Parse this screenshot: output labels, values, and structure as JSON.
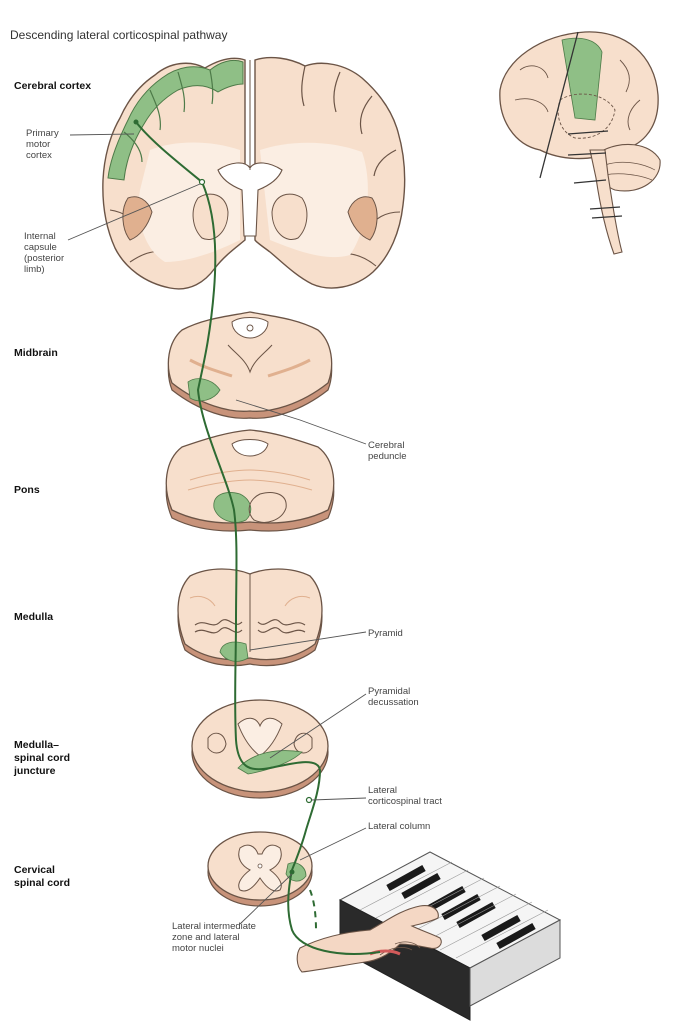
{
  "title": "Descending lateral corticospinal pathway",
  "levels": {
    "cortex": "Cerebral cortex",
    "midbrain": "Midbrain",
    "pons": "Pons",
    "medulla": "Medulla",
    "msj": [
      "Medulla–",
      "spinal cord",
      "juncture"
    ],
    "cervical": [
      "Cervical",
      "spinal cord"
    ]
  },
  "callouts": {
    "primary_motor": [
      "Primary",
      "motor",
      "cortex"
    ],
    "internal_capsule": [
      "Internal",
      "capsule",
      "(posterior",
      "limb)"
    ],
    "cerebral_peduncle": [
      "Cerebral",
      "peduncle"
    ],
    "pyramid": [
      "Pyramid"
    ],
    "pyramidal_decussation": [
      "Pyramidal",
      "decussation"
    ],
    "lateral_corticospinal_tract": [
      "Lateral",
      "corticospinal tract"
    ],
    "lateral_column": [
      "Lateral column"
    ],
    "lateral_intermediate": [
      "Lateral intermediate",
      "zone and lateral",
      "motor nuclei"
    ]
  },
  "colors": {
    "tissue": "#f7dfcc",
    "tissue_edge": "#6b5446",
    "tissue_shadow": "#c8937a",
    "motor_green": "#8fbf86",
    "pathway": "#2e6b33",
    "white_matter": "#fbeee3"
  }
}
